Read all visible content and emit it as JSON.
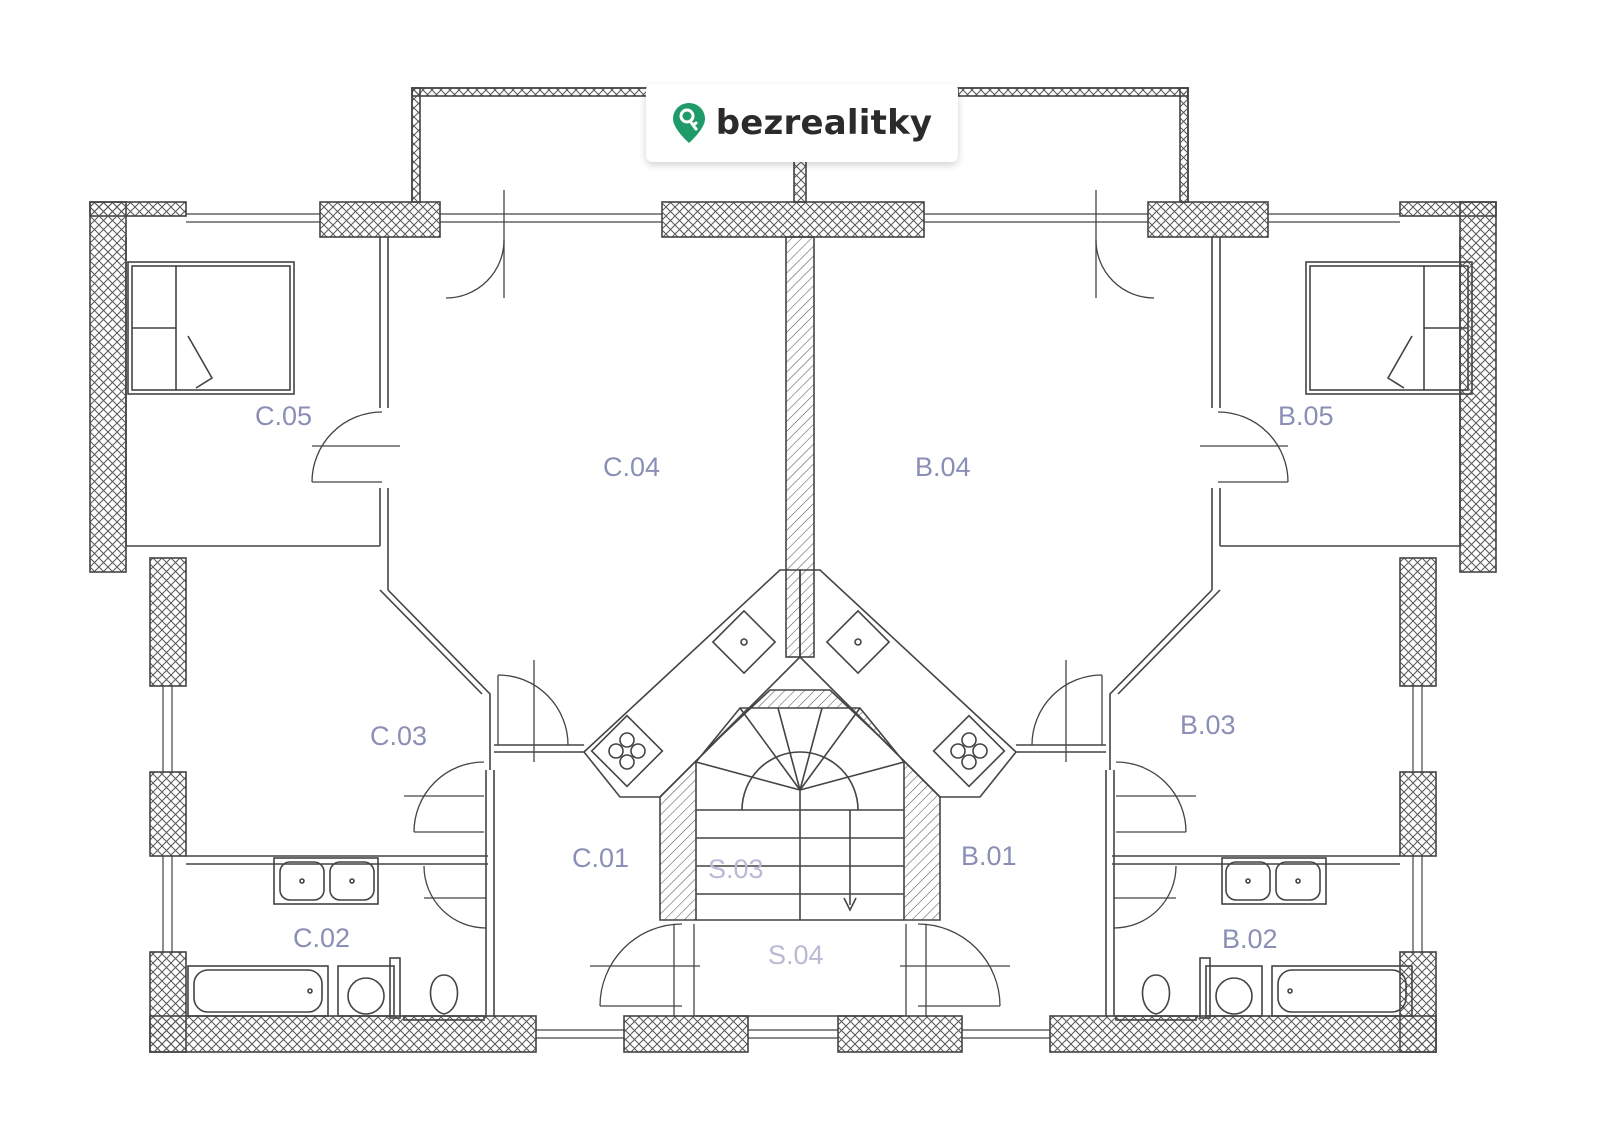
{
  "brand": {
    "name": "bezrealitky",
    "color": "#1f9b6a"
  },
  "colors": {
    "wall": "#555555",
    "label": "#8a8fb5",
    "label_faint": "#b9bad3"
  },
  "rooms": {
    "c05": "C.05",
    "c04": "C.04",
    "c03": "C.03",
    "c02": "C.02",
    "c01": "C.01",
    "b05": "B.05",
    "b04": "B.04",
    "b03": "B.03",
    "b02": "B.02",
    "b01": "B.01",
    "s03": "S.03",
    "s04": "S.04"
  }
}
